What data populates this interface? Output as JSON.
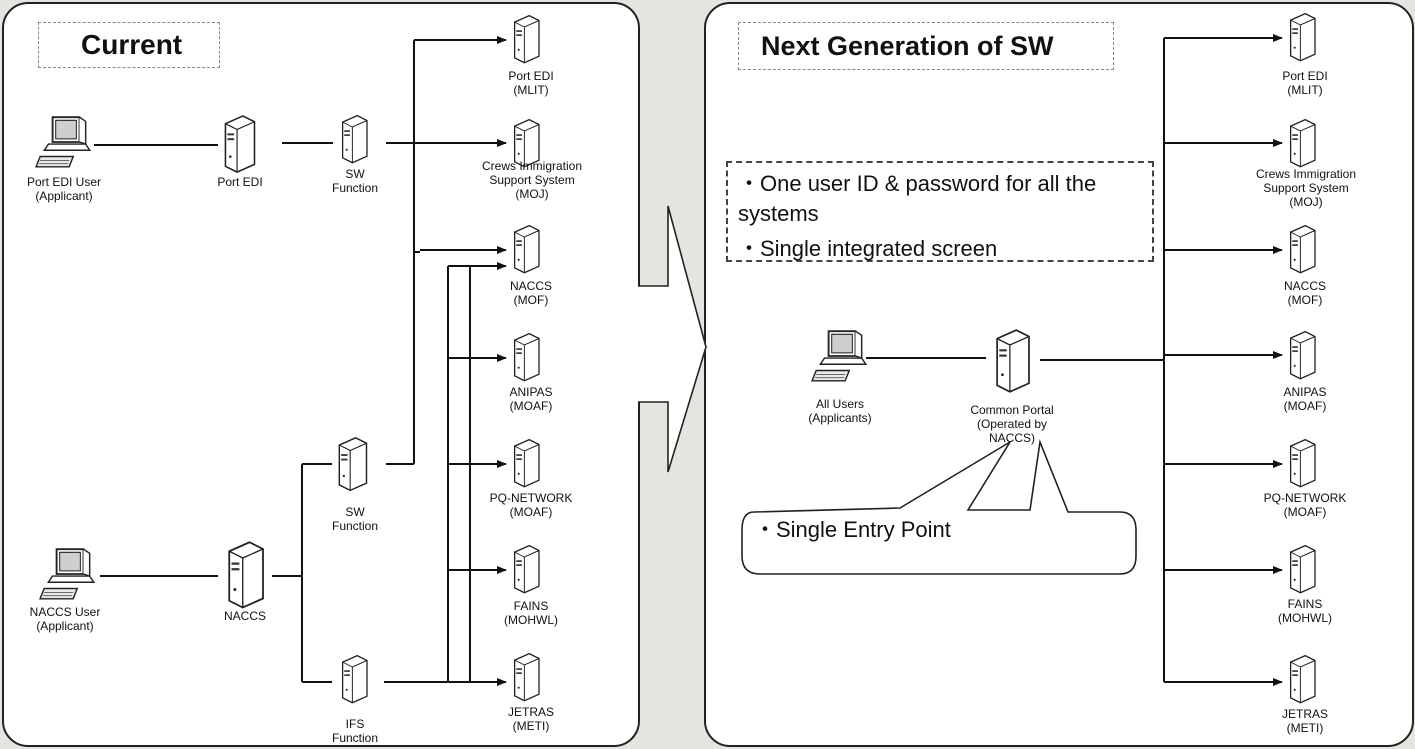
{
  "left_panel": {
    "title": "Current",
    "users": {
      "port_edi_user": "Port EDI User\n(Applicant)",
      "naccs_user": "NACCS User\n(Applicant)"
    },
    "middle_servers": {
      "port_edi": "Port EDI",
      "sw_function_top": "SW\nFunction",
      "sw_function_mid": "SW\nFunction",
      "naccs": "NACCS",
      "ifs_function": "IFS\nFunction"
    },
    "targets": [
      "Port EDI\n(MLIT)",
      "Crews Immigration\nSupport System\n(MOJ)",
      "NACCS\n(MOF)",
      "ANIPAS\n(MOAF)",
      "PQ-NETWORK\n(MOAF)",
      "FAINS\n(MOHWL)",
      "JETRAS\n(METI)"
    ]
  },
  "right_panel": {
    "title": "Next Generation of SW",
    "notes": [
      "・One user ID & password for all the systems",
      "・Single integrated screen"
    ],
    "users": "All Users\n(Applicants)",
    "portal": "Common Portal\n(Operated by\nNACCS)",
    "callout": "・Single Entry Point",
    "targets": [
      "Port EDI\n(MLIT)",
      "Crews Immigration\nSupport System\n(MOJ)",
      "NACCS\n(MOF)",
      "ANIPAS\n(MOAF)",
      "PQ-NETWORK\n(MOAF)",
      "FAINS\n(MOHWL)",
      "JETRAS\n(METI)"
    ]
  },
  "icons": {
    "computer": "computer-icon",
    "server": "server-icon",
    "arrow": "big-right-arrow"
  }
}
